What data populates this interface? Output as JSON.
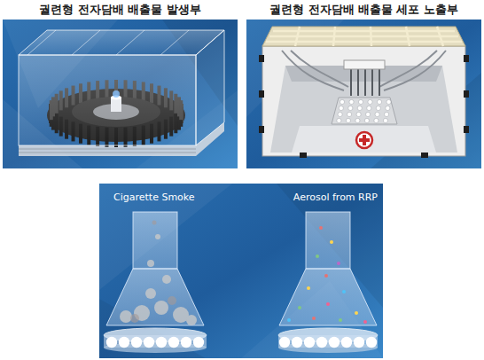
{
  "diagram": {
    "nodes": [
      {
        "text": [
          "궐련형 전자담배 배출물 발생부"
        ]
      },
      {
        "text": [
          "궐련형 전자담배 배출물 세포 노출부"
        ]
      },
      {
        "text": [
          "Cigarette Smoke",
          "Aerosol from RRP"
        ]
      }
    ]
  }
}
